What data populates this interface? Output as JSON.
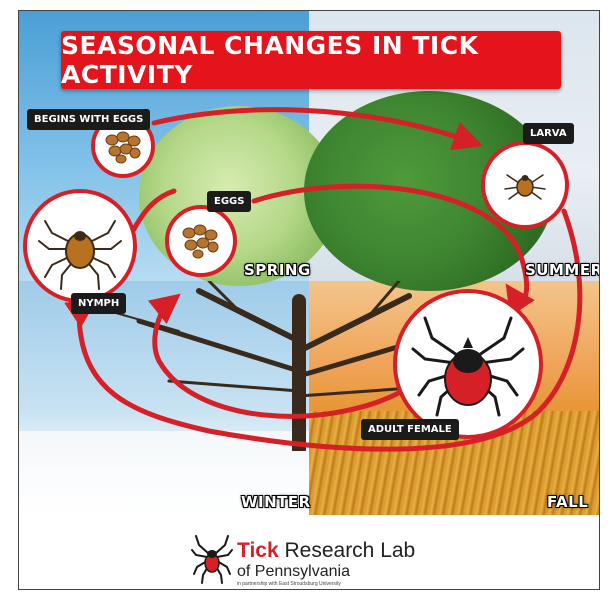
{
  "title": "SEASONAL CHANGES IN TICK ACTIVITY",
  "seasons": {
    "spring": "SPRING",
    "summer": "SUMMER",
    "winter": "WINTER",
    "fall": "FALL"
  },
  "stages": {
    "begins_with_eggs": "BEGINS WITH EGGS",
    "eggs": "EGGS",
    "larva": "LARVA",
    "nymph": "NYMPH",
    "adult_female": "ADULT FEMALE"
  },
  "logo": {
    "word_tick": "Tick",
    "word_rest": " Research Lab",
    "line2": "of Pennsylvania",
    "line3": "in partnership with East Stroudsburg University"
  },
  "colors": {
    "banner": "#e3141b",
    "arrow": "#d62027",
    "label_bg": "#1b1b1b"
  },
  "icons": [
    "tick-icon",
    "eggs-icon",
    "arrow-icon"
  ]
}
